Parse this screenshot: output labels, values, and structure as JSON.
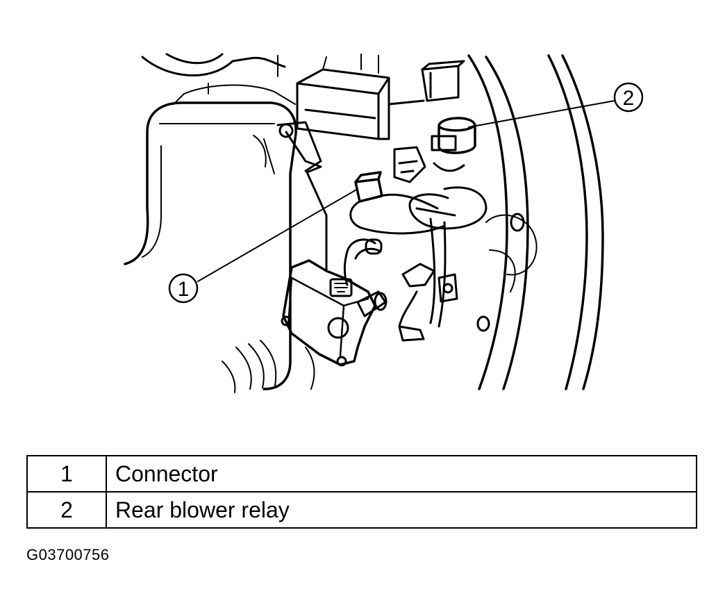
{
  "callouts": [
    {
      "number": "1",
      "part": "Connector"
    },
    {
      "number": "2",
      "part": "Rear blower relay"
    }
  ],
  "figure_id": "G03700756"
}
